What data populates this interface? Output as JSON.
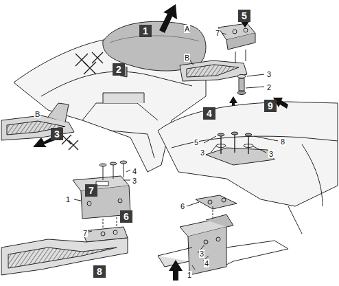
{
  "diagram": {
    "nodes": [
      {
        "text": [
          "1"
        ]
      },
      {
        "text": [
          "2"
        ]
      },
      {
        "text": [
          "3"
        ]
      },
      {
        "text": [
          "4"
        ]
      },
      {
        "text": [
          "5"
        ]
      },
      {
        "text": [
          "6"
        ]
      },
      {
        "text": [
          "7"
        ]
      },
      {
        "text": [
          "8"
        ]
      },
      {
        "text": [
          "9"
        ]
      }
    ],
    "labels": [
      "A",
      "7",
      "B",
      "3",
      "2",
      "B",
      "4",
      "3",
      "5",
      "8",
      "3",
      "3",
      "1",
      "7",
      "6",
      "3",
      "4",
      "1"
    ]
  }
}
